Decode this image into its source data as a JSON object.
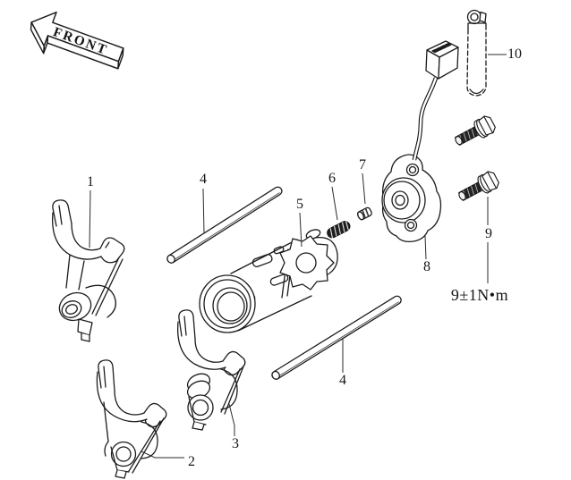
{
  "diagram": {
    "front_arrow_label": "FRONT",
    "torque_note": "9±1N•m",
    "callouts": {
      "c1": "1",
      "c2": "2",
      "c3": "3",
      "c4_upper": "4",
      "c4_lower": "4",
      "c5": "5",
      "c6": "6",
      "c7": "7",
      "c8": "8",
      "c9": "9",
      "c10": "10"
    },
    "colors": {
      "line": "#1c1c1c",
      "background": "#ffffff"
    }
  }
}
